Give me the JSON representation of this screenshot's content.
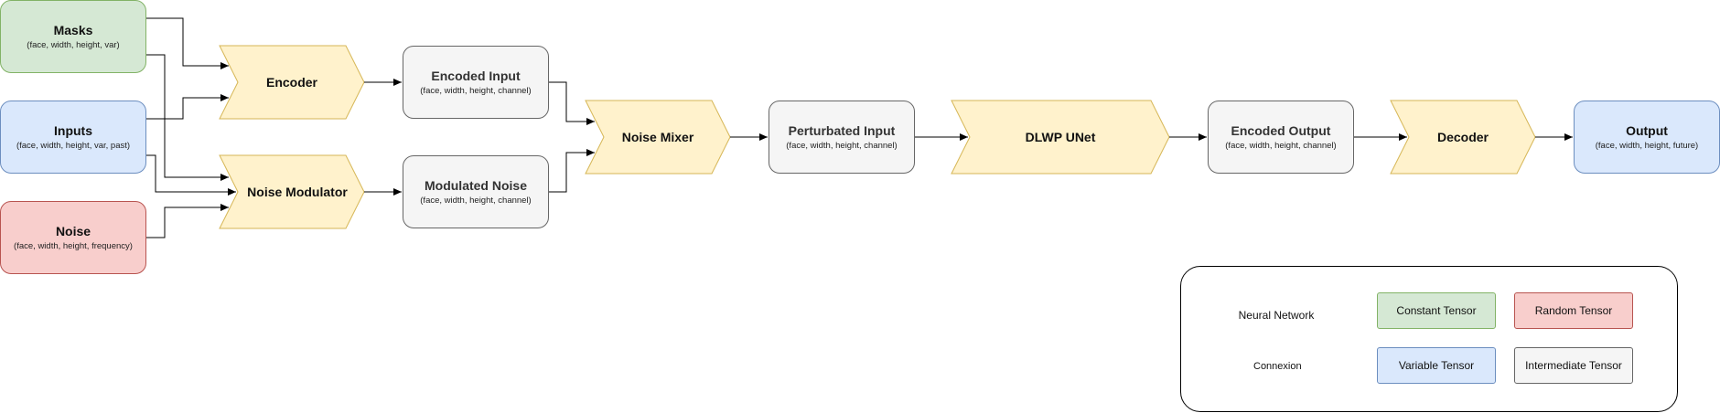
{
  "nodes": {
    "masks": {
      "title": "Masks",
      "subtitle": "(face, width, height, var)"
    },
    "inputs": {
      "title": "Inputs",
      "subtitle": "(face, width, height, var, past)"
    },
    "noise": {
      "title": "Noise",
      "subtitle": "(face, width, height, frequency)"
    },
    "encoder": {
      "title": "Encoder"
    },
    "noise_modulator": {
      "title": "Noise Modulator"
    },
    "encoded_input": {
      "title": "Encoded Input",
      "subtitle": "(face, width, height, channel)"
    },
    "modulated_noise": {
      "title": "Modulated Noise",
      "subtitle": "(face, width, height, channel)"
    },
    "noise_mixer": {
      "title": "Noise Mixer"
    },
    "perturbated_input": {
      "title": "Perturbated Input",
      "subtitle": "(face, width, height, channel)"
    },
    "dlwp_unet": {
      "title": "DLWP UNet"
    },
    "encoded_output": {
      "title": "Encoded Output",
      "subtitle": "(face, width, height, channel)"
    },
    "decoder": {
      "title": "Decoder"
    },
    "output": {
      "title": "Output",
      "subtitle": "(face, width, height, future)"
    }
  },
  "legend": {
    "neural_network": "Neural Network",
    "constant_tensor": "Constant Tensor",
    "random_tensor": "Random Tensor",
    "variable_tensor": "Variable Tensor",
    "intermediate_tensor": "Intermediate Tensor",
    "connexion": "Connexion"
  },
  "colors": {
    "neural_network_fill": "#fff2cc",
    "neural_network_stroke": "#d6b656",
    "constant_fill": "#d5e8d4",
    "variable_fill": "#dae8fc",
    "random_fill": "#f8cecc",
    "intermediate_fill": "#f5f5f5"
  }
}
